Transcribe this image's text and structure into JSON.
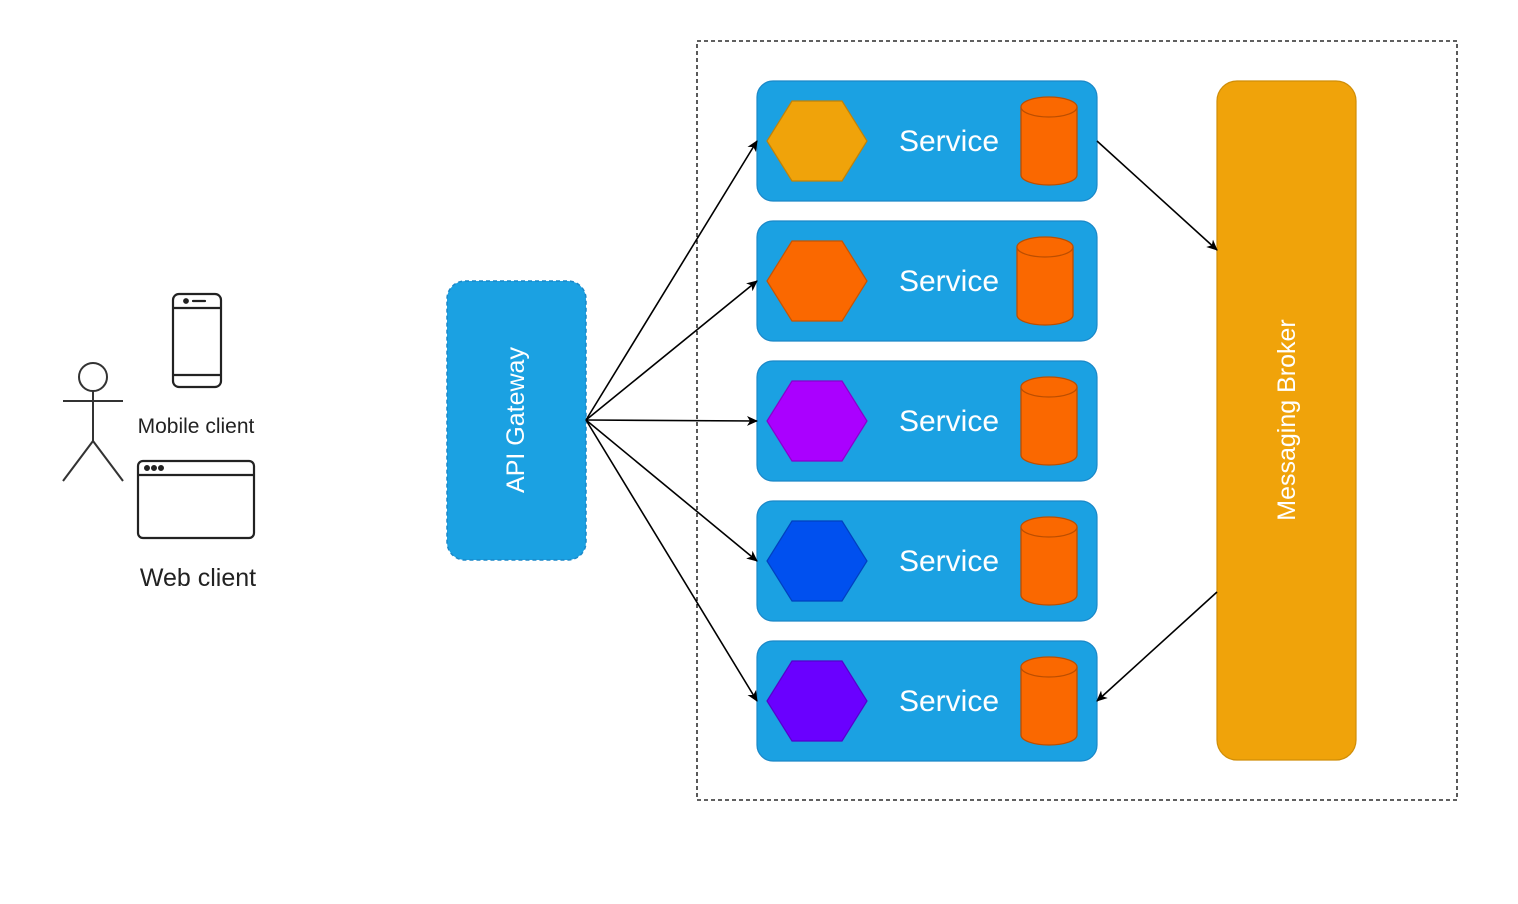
{
  "diagram": {
    "type": "microservices-architecture",
    "actor": {
      "name": "user-actor"
    },
    "clients": [
      {
        "id": "mobile",
        "label": "Mobile client",
        "icon": "mobile-phone-icon"
      },
      {
        "id": "web",
        "label": "Web client",
        "icon": "browser-window-icon"
      }
    ],
    "gateway": {
      "label": "API Gateway",
      "fill": "#1BA1E2",
      "border": "dashed"
    },
    "services": [
      {
        "label": "Service",
        "hex_color": "#F0A30A",
        "db_color": "#FA6800"
      },
      {
        "label": "Service",
        "hex_color": "#FA6800",
        "db_color": "#FA6800"
      },
      {
        "label": "Service",
        "hex_color": "#AA00FF",
        "db_color": "#FA6800"
      },
      {
        "label": "Service",
        "hex_color": "#0050EF",
        "db_color": "#FA6800"
      },
      {
        "label": "Service",
        "hex_color": "#6A00FF",
        "db_color": "#FA6800"
      }
    ],
    "broker": {
      "label": "Messaging Broker",
      "fill": "#F0A30A"
    },
    "edges": [
      {
        "from": "gateway",
        "to": "service-1"
      },
      {
        "from": "gateway",
        "to": "service-2"
      },
      {
        "from": "gateway",
        "to": "service-3"
      },
      {
        "from": "gateway",
        "to": "service-4"
      },
      {
        "from": "gateway",
        "to": "service-5"
      },
      {
        "from": "service-1",
        "to": "broker"
      },
      {
        "from": "broker",
        "to": "service-5"
      }
    ],
    "colors": {
      "service_fill": "#1BA1E2",
      "service_stroke": "#1B88C8",
      "text_on_fill": "#ffffff",
      "edge": "#000000"
    }
  }
}
